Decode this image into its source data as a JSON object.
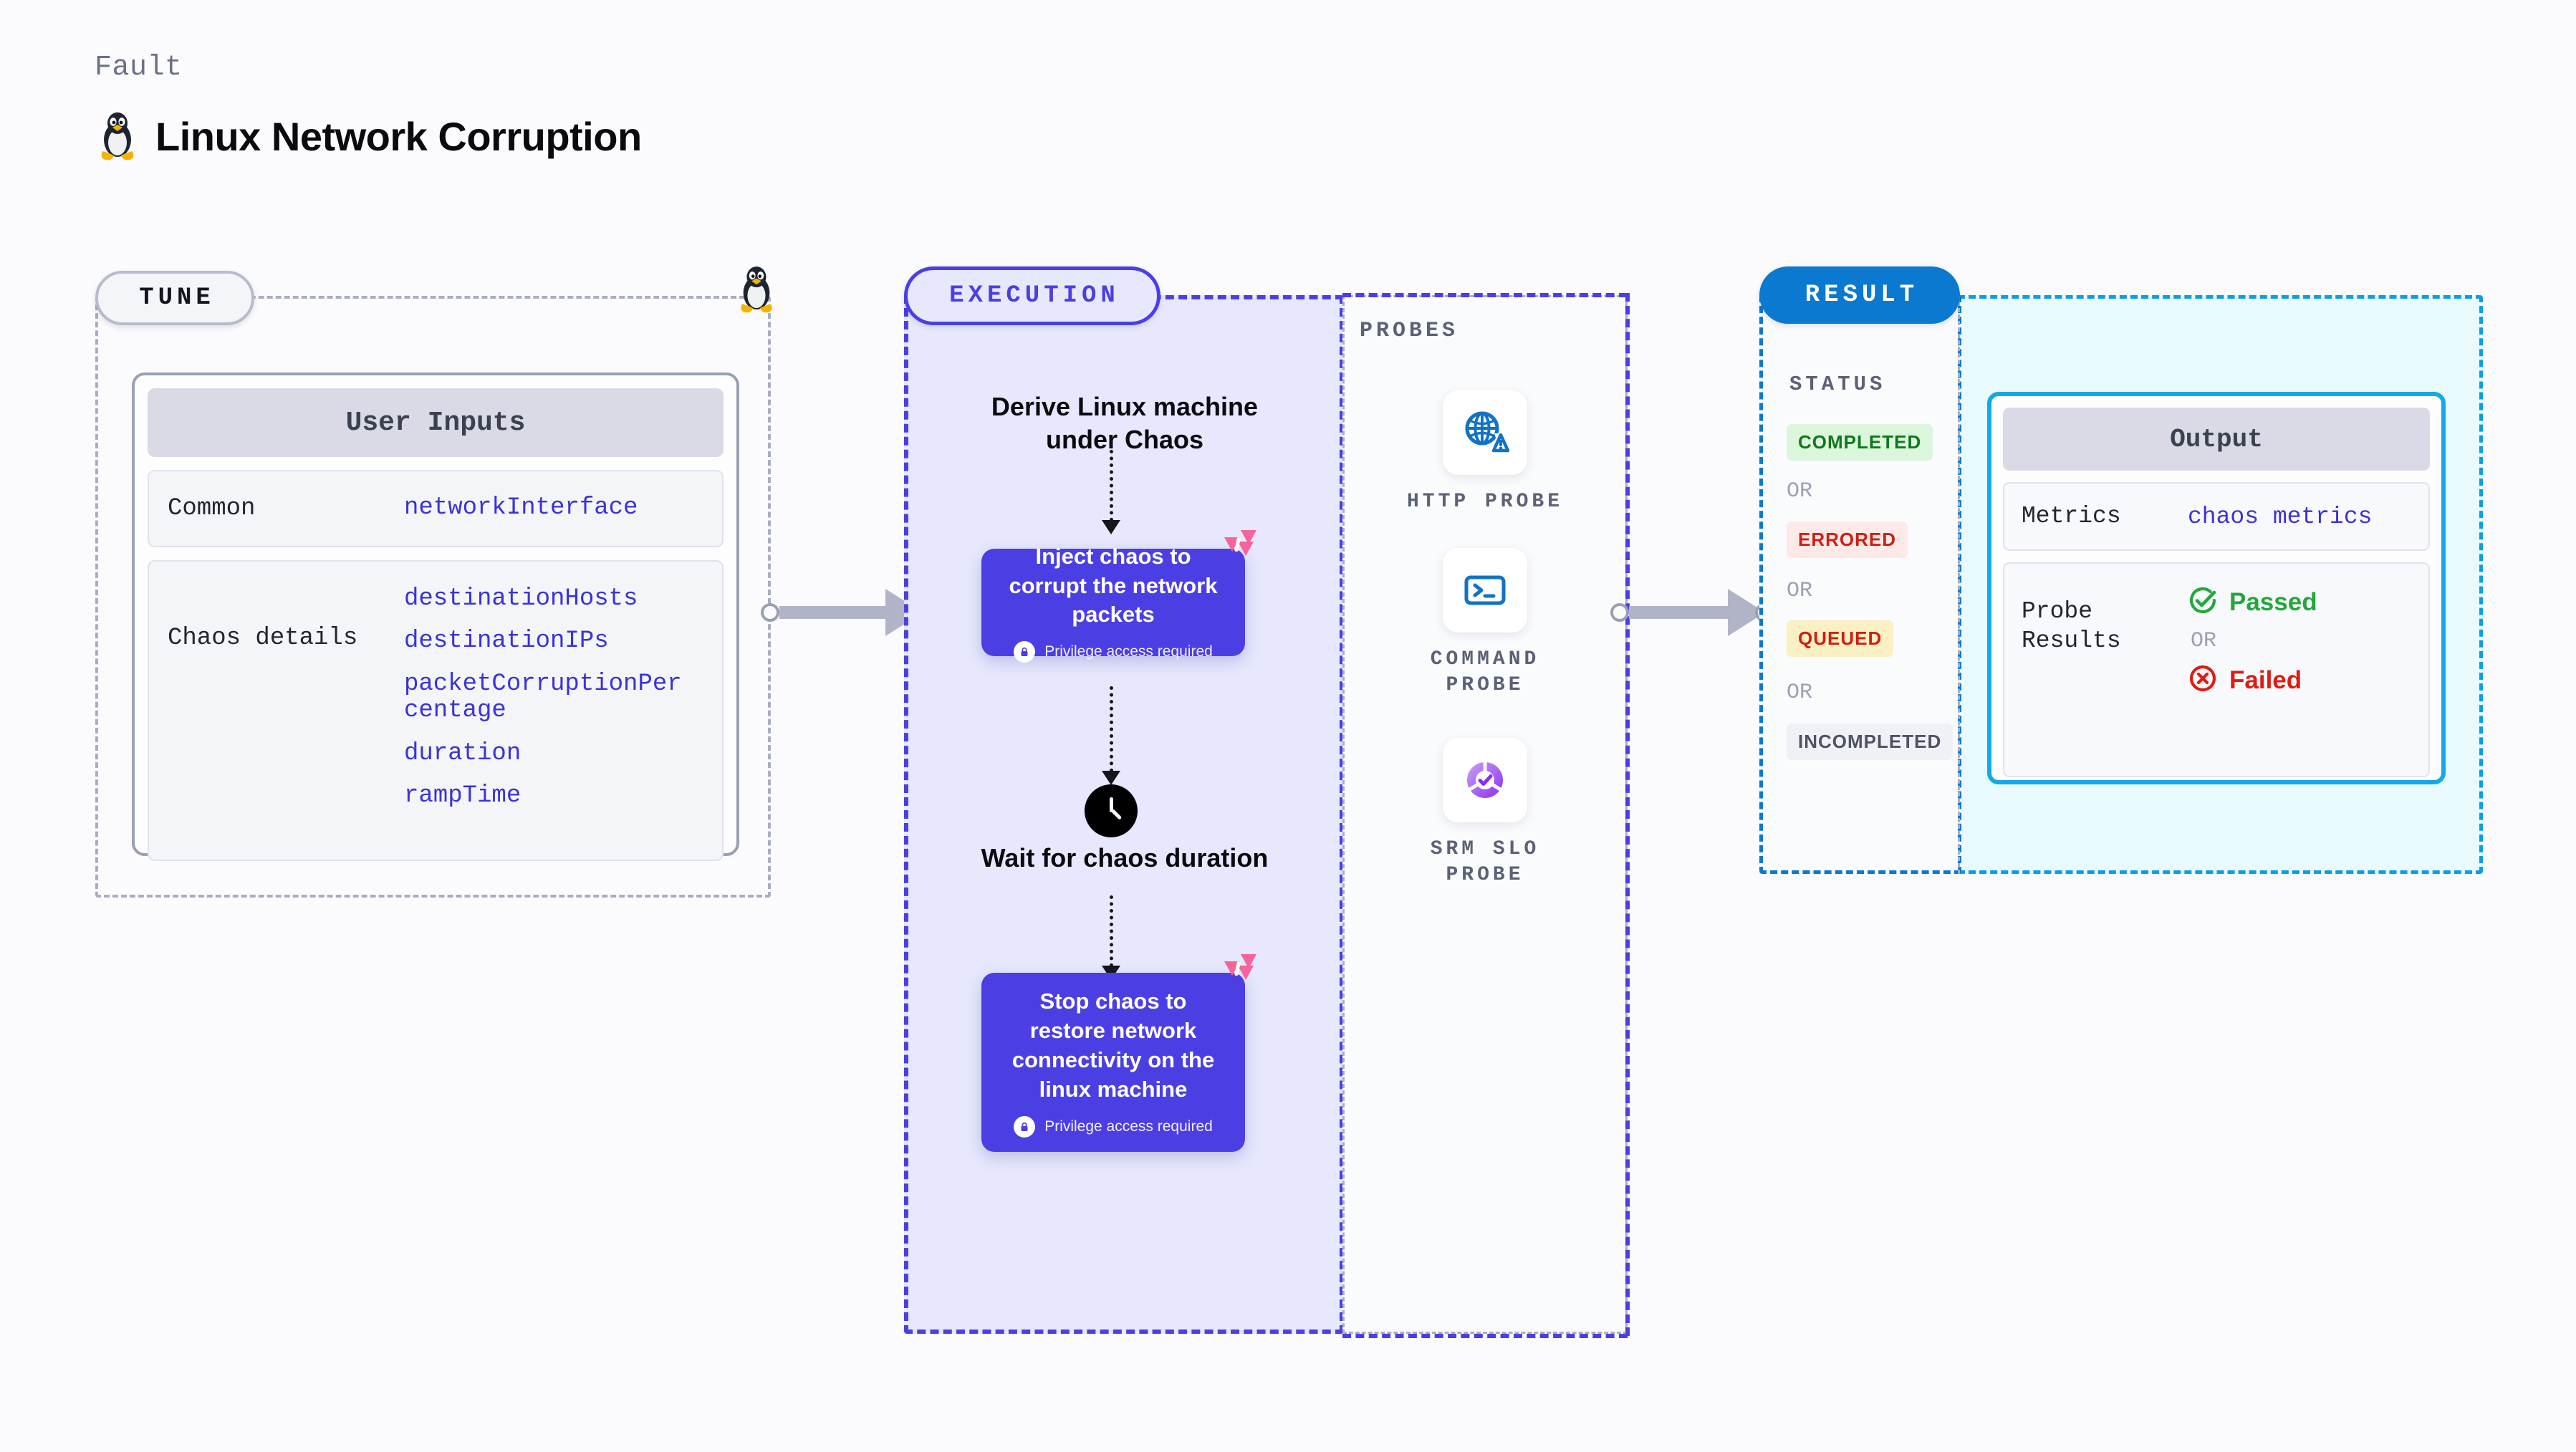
{
  "header": {
    "eyebrow": "Fault",
    "title": "Linux Network Corruption",
    "icon": "linux-penguin-icon"
  },
  "colors": {
    "execution_accent": "#4b3fe4",
    "result_accent": "#0a79cf",
    "output_accent": "#13a9e8",
    "tune_border": "#a9aec1",
    "value_text": "#3b32d8",
    "connector": "#b0b4c6",
    "badge_pink": "#f5649a"
  },
  "tune": {
    "pill_label": "TUNE",
    "card_title": "User Inputs",
    "groups": [
      {
        "label": "Common",
        "values": [
          "networkInterface"
        ]
      },
      {
        "label": "Chaos details",
        "values": [
          "destinationHosts",
          "destinationIPs",
          "packetCorruptionPercentage",
          "duration",
          "rampTime"
        ]
      }
    ]
  },
  "execution": {
    "pill_label": "EXECUTION",
    "steps": [
      {
        "kind": "text",
        "label": "Derive Linux machine under Chaos"
      },
      {
        "kind": "box",
        "label": "Inject chaos to corrupt the network packets",
        "note": "Privilege access required",
        "badge": "harness-logo-badge"
      },
      {
        "kind": "text",
        "label": "Wait for chaos duration",
        "icon": "clock-icon"
      },
      {
        "kind": "box",
        "label": "Stop chaos to restore network connectivity on the linux machine",
        "note": "Privilege access required",
        "badge": "harness-logo-badge"
      }
    ]
  },
  "probes": {
    "title": "PROBES",
    "items": [
      {
        "label": "HTTP PROBE",
        "icon": "globe-warning-icon"
      },
      {
        "label": "COMMAND PROBE",
        "icon": "terminal-prompt-icon"
      },
      {
        "label": "SRM SLO PROBE",
        "icon": "slo-donut-check-icon"
      }
    ]
  },
  "result": {
    "pill_label": "RESULT",
    "status_title": "STATUS",
    "or_label": "OR",
    "statuses": [
      {
        "label": "COMPLETED",
        "bg": "#dcf5dd",
        "fg": "#0f7a1b"
      },
      {
        "label": "ERRORED",
        "bg": "#fde9e7",
        "fg": "#cf1f14"
      },
      {
        "label": "QUEUED",
        "bg": "#fbefc4",
        "fg": "#cf1f14"
      },
      {
        "label": "INCOMPLETED",
        "bg": "#f0f1f6",
        "fg": "#4d5364"
      }
    ]
  },
  "output": {
    "card_title": "Output",
    "metrics_label": "Metrics",
    "metrics_value": "chaos metrics",
    "probe_results_label": "Probe Results",
    "passed_label": "Passed",
    "failed_label": "Failed",
    "or_label": "OR"
  }
}
